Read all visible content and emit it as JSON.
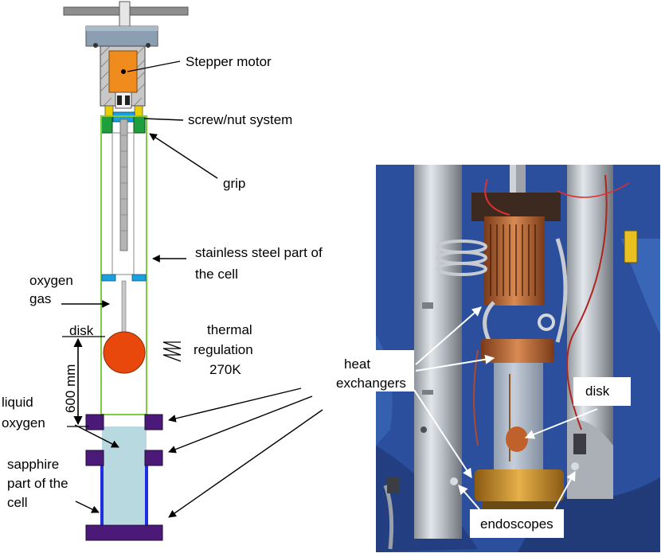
{
  "diagram": {
    "labels": {
      "stepper_motor": "Stepper motor",
      "screw_nut": "screw/nut system",
      "grip": "grip",
      "stainless_line1": "stainless steel part of",
      "stainless_line2": "the cell",
      "oxygen_gas_line1": "oxygen",
      "oxygen_gas_line2": "gas",
      "disk": "disk",
      "thermal_line1": "thermal",
      "thermal_line2": "regulation",
      "thermal_line3": "270K",
      "distance": "600 mm",
      "liquid_line1": "liquid",
      "liquid_line2": "oxygen",
      "sapphire_line1": "sapphire",
      "sapphire_line2": "part of the",
      "sapphire_line3": "cell",
      "heat_line1": "heat",
      "heat_line2": "exchangers"
    }
  },
  "photo": {
    "labels": {
      "disk": "disk",
      "endoscopes": "endoscopes"
    }
  },
  "colors": {
    "motor": "#f08c1e",
    "disk": "#e8480c",
    "liquid": "#b7d9df",
    "flange": "#4b1a78",
    "sapphire": "#1f2fe0",
    "cell_outline": "#7ccd3c",
    "grip": "#1e9e3c",
    "nut": "#1aa0e0",
    "photo_bg": "#2b4f9c"
  }
}
